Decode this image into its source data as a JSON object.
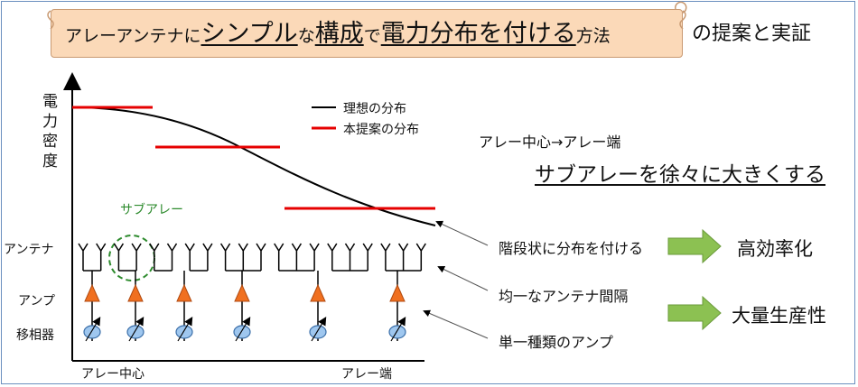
{
  "title": {
    "part1": "アレーアンテナに",
    "part2": "シンプル",
    "part3": "な",
    "part4": "構成",
    "part5": "で",
    "part6": "電力分布を付ける",
    "part7": "方法",
    "suffix": "の提案と実証"
  },
  "axis": {
    "y_label_1": "電",
    "y_label_2": "力",
    "y_label_3": "密",
    "y_label_4": "度",
    "x_left": "アレー中心",
    "x_right": "アレー端"
  },
  "legend": {
    "ideal": "理想の分布",
    "proposal": "本提案の分布"
  },
  "rows": {
    "antenna": "アンテナ",
    "amp": "アンプ",
    "phase": "移相器"
  },
  "subarray_label": "サブアレー",
  "direction": "アレー中心→アレー端",
  "headline": "サブアレーを徐々に大きくする",
  "bullets": [
    "階段状に分布を付ける",
    "均一なアンテナ間隔",
    "単一種類のアンプ"
  ],
  "results": {
    "efficiency": "高効率化",
    "productivity": "大量生産性"
  },
  "colors": {
    "ideal_line": "#000000",
    "proposal_line": "#e60000",
    "amp": "#f07020",
    "phase_shifter": "#9fc7ef",
    "result_arrow": "#8cc152",
    "subarray_circle": "#2e8b2e"
  }
}
